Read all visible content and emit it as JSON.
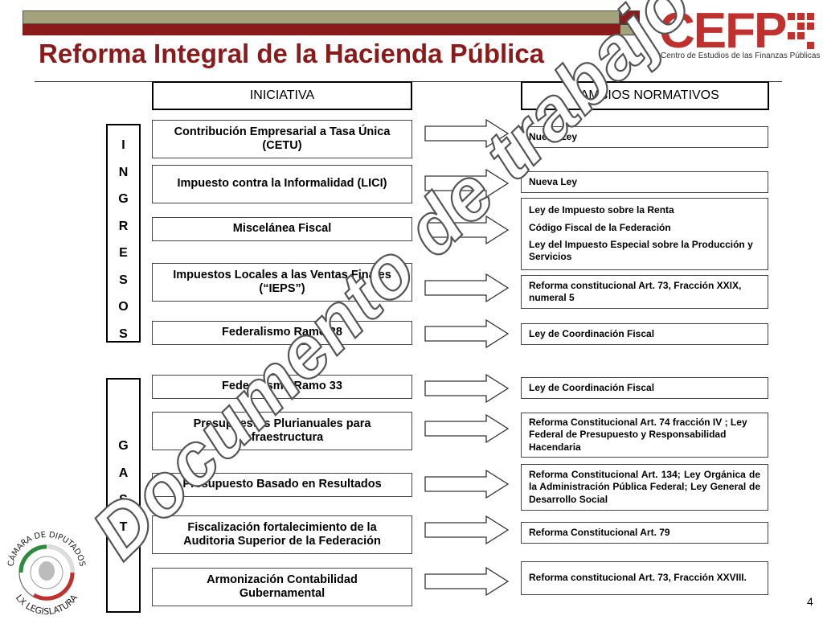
{
  "header": {
    "title": "Reforma Integral de la Hacienda Pública"
  },
  "logo": {
    "name": "CEFP",
    "subtitle": "Centro de Estudios de las Finanzas Públicas"
  },
  "columns": {
    "iniciativa": "INICIATIVA",
    "cambios": "CAMBIOS NORMATIVOS"
  },
  "groups": {
    "ingresos": [
      "I",
      "N",
      "G",
      "R",
      "E",
      "S",
      "O",
      "S"
    ],
    "gasto": [
      "G",
      "A",
      "S",
      "T",
      "O"
    ]
  },
  "rows": [
    {
      "iniciativa": "Contribución Empresarial a Tasa Única (CETU)",
      "cambios": [
        "Nueva Ley"
      ]
    },
    {
      "iniciativa": "Impuesto contra la Informalidad (LICI)",
      "cambios": [
        "Nueva Ley"
      ]
    },
    {
      "iniciativa": "Miscelánea Fiscal",
      "cambios": [
        "Ley de Impuesto sobre la Renta",
        "Código Fiscal de la Federación",
        "Ley del Impuesto Especial sobre la Producción y Servicios"
      ]
    },
    {
      "iniciativa": "Impuestos Locales a las Ventas Finales (“IEPS”)",
      "cambios": [
        "Reforma constitucional Art. 73, Fracción XXIX,  numeral 5"
      ]
    },
    {
      "iniciativa": "Federalismo Ramo 28",
      "cambios": [
        "Ley de Coordinación Fiscal"
      ]
    },
    {
      "iniciativa": "Federalismo Ramo 33",
      "cambios": [
        "Ley de Coordinación Fiscal"
      ]
    },
    {
      "iniciativa": "Presupuestos Plurianuales para Infraestructura",
      "cambios": [
        "Reforma Constitucional Art. 74 fracción IV ;  Ley Federal de Presupuesto y Responsabilidad Hacendaria"
      ]
    },
    {
      "iniciativa": "Presupuesto Basado en Resultados",
      "cambios": [
        "Reforma Constitucional Art. 134; Ley Orgánica de la Administración Pública Federal; Ley General de Desarrollo Social"
      ]
    },
    {
      "iniciativa": "Fiscalización fortalecimiento de la Auditoria  Superior de la Federación",
      "cambios": [
        "Reforma Constitucional Art. 79"
      ]
    },
    {
      "iniciativa": "Armonización Contabilidad Gubernamental",
      "cambios": [
        "Reforma constitucional Art. 73, Fracción XXVIII."
      ]
    }
  ],
  "watermark": "Documento de trabajo",
  "seal": {
    "line1": "CÁMARA DE DIPUTADOS",
    "line2": "LX LEGISLATURA"
  },
  "page_number": "4",
  "colors": {
    "title": "#8b1a1a",
    "olive_bar": "#a3a27a",
    "logo": "#c0302c"
  }
}
